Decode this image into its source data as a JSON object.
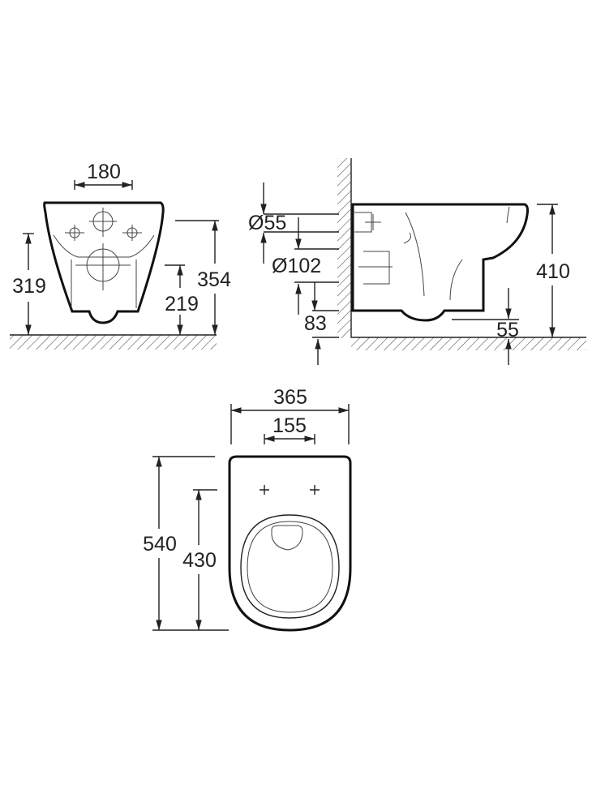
{
  "front_view": {
    "width_holes": "180",
    "height_fixing": "319",
    "height_top": "354",
    "height_outlet": "219"
  },
  "side_view": {
    "inlet_diameter": "Ø55",
    "outlet_diameter": "Ø102",
    "outlet_height_offset": "83",
    "total_height": "410",
    "bottom_clearance": "55"
  },
  "top_view": {
    "total_width": "365",
    "fixing_spacing": "155",
    "total_depth": "540",
    "depth_to_fixing": "430"
  },
  "colors": {
    "line": "#222222",
    "background": "#ffffff"
  }
}
